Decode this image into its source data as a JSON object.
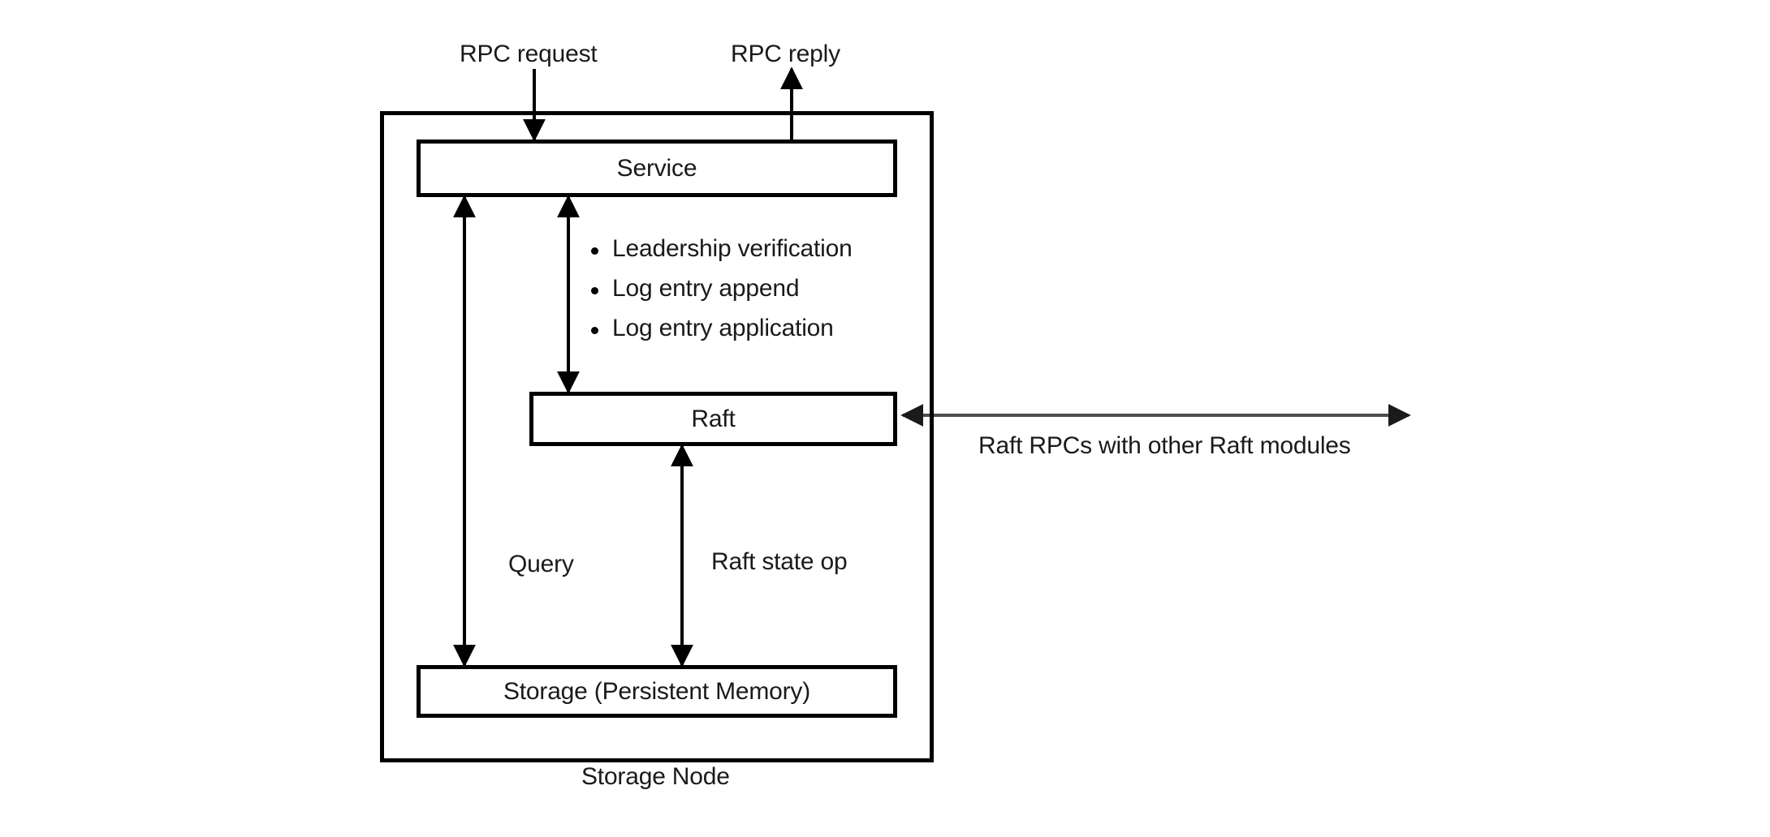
{
  "diagram": {
    "title_caption": "Storage Node",
    "colors": {
      "stroke": "#000000",
      "rpc_arrow": "#4d4d4d",
      "text": "#1a1a1a",
      "background": "#ffffff"
    },
    "outer_container": {
      "label": "Storage Node"
    },
    "boxes": [
      {
        "id": "service",
        "label": "Service"
      },
      {
        "id": "raft",
        "label": "Raft"
      },
      {
        "id": "storage",
        "label": "Storage (Persistent Memory)"
      }
    ],
    "edge_labels": {
      "rpc_request": "RPC request",
      "rpc_reply": "RPC reply",
      "query": "Query",
      "raft_state_op": "Raft state op",
      "raft_rpcs": "Raft RPCs with other Raft modules"
    },
    "service_raft_operations": [
      "Leadership verification",
      "Log entry append",
      "Log entry application"
    ]
  }
}
